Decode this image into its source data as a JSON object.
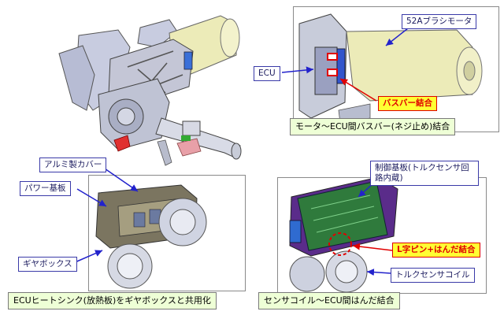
{
  "callouts": {
    "brush_motor": "52Aブラシモータ",
    "ecu": "ECU",
    "busbar_joint": "バスバー結合",
    "aluminum_cover": "アルミ製カバー",
    "power_board": "パワー基板",
    "gearbox": "ギヤボックス",
    "control_board": "制御基板(トルクセンサ回路内蔵)",
    "lpin_solder_joint": "L字ピン+はんだ結合",
    "torque_sensor_coil": "トルクセンサコイル"
  },
  "captions": {
    "busbar": "モータ〜ECU間バスバー(ネジ止め)結合",
    "heatsink": "ECUヒートシンク(放熱板)をギヤボックスと共用化",
    "solder": "センサコイル〜ECU間はんだ結合"
  },
  "colors": {
    "label_border": "#3a3aa8",
    "label_text": "#1a1a5e",
    "highlight_bg": "#ffff33",
    "highlight_text": "#e00000",
    "caption_bg": "#eeffd6",
    "arrow_blue": "#2222cc",
    "arrow_red": "#e00000"
  }
}
